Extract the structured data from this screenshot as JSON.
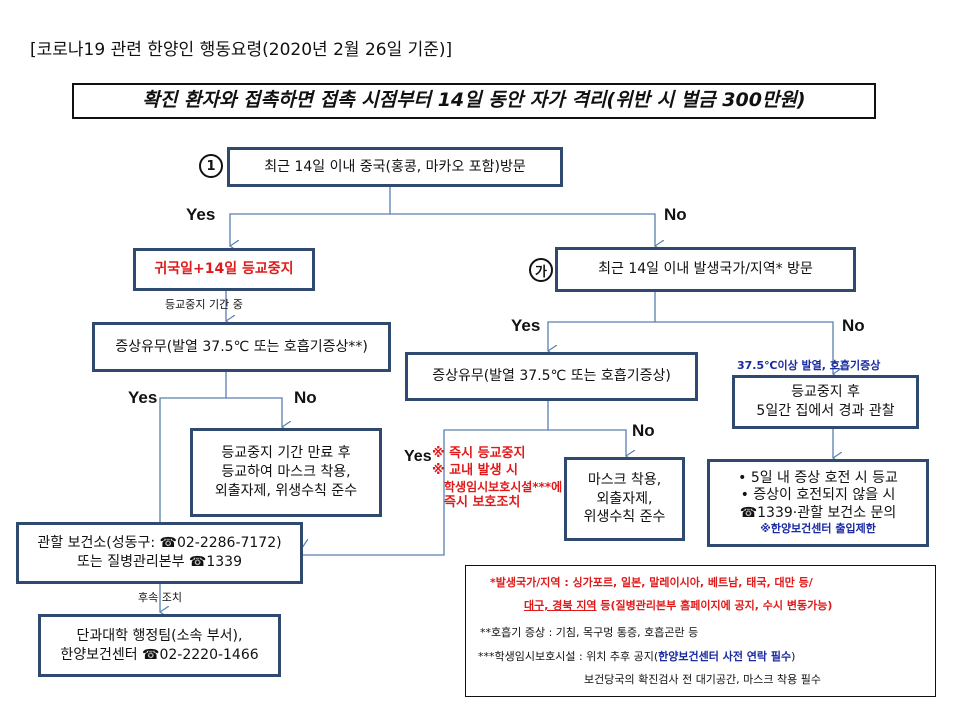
{
  "title": "[코로나19 관련 한양인 행동요령(2020년 2월 26일 기준)]",
  "headline": "확진 환자와 접촉하면 접촉 시점부터 14일 동안 자가 격리(위반 시 벌금 300만원)",
  "q1": {
    "marker": "1",
    "text": "최근 14일 이내 중국(홍콩, 마카오 포함)방문"
  },
  "yes": "Yes",
  "no": "No",
  "left": {
    "stop": "귀국일+14일 등교중지",
    "during": "등교중지  기간 중",
    "symptom": "증상유무(발열 37.5℃ 또는 호흡기증상**)",
    "no_result": [
      "등교중지 기간 만료 후",
      "등교하여 마스크 착용,",
      "외출자제, 위생수칙 준수"
    ],
    "health_center": [
      "관할 보건소(성동구: ☎02-2286-7172)",
      "또는 질병관리본부 ☎1339"
    ],
    "followup": "후속 조치",
    "dept": [
      "단과대학 행정팀(소속 부서),",
      "한양보건센터 ☎02-2220-1466"
    ]
  },
  "q2": {
    "marker": "가",
    "text": "최근 14일 이내 발생국가/지역* 방문"
  },
  "mid": {
    "symptom": "증상유무(발열 37.5℃ 또는 호흡기증상)",
    "yes_notes": [
      "※ 즉시 등교중지",
      "※ 교내 발생 시",
      "학생임시보호시설***에",
      "즉시 보호조치"
    ],
    "no_result": [
      "마스크 착용,",
      "외출자제,",
      "위생수칙 준수"
    ]
  },
  "right": {
    "condition": "37.5℃이상 발열, 호흡기증상",
    "observe": [
      "등교중지 후",
      "5일간 집에서 경과 관찰"
    ],
    "bullets": [
      "5일 내 증상 호전 시 등교",
      "증상이 호전되지 않을 시"
    ],
    "contact": "☎1339·관할 보건소 문의",
    "restrict": "※한양보건센터 출입제한"
  },
  "notes": {
    "n1a": "*발생국가/지역 : 싱가포르, 일본, 말레이시아, 베트남, 태국, 대만 등/",
    "n1b_u": "대구, 경북 지역",
    "n1b": " 등(질병관리본부 홈페이지에 공지, 수시 변동가능)",
    "n2": "**호흡기 증상 : 기침, 목구멍 통증, 호흡곤란 등",
    "n3a": "***학생임시보호시설 : 위치 추후 공지(",
    "n3b": "한양보건센터 사전 연락 필수",
    "n3c": ")",
    "n4": "보건당국의 확진검사 전 대기공간, 마스크 착용 필수"
  }
}
